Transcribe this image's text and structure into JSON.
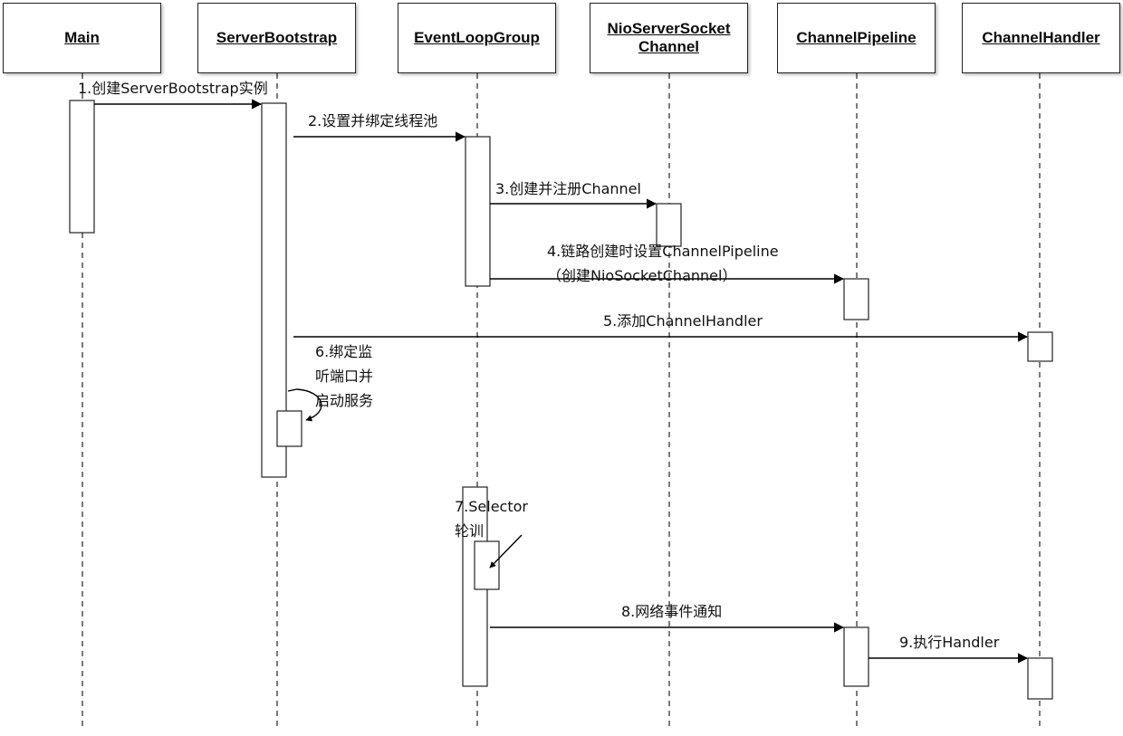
{
  "participants": [
    {
      "id": "main",
      "label": "Main"
    },
    {
      "id": "bootstrap",
      "label": "ServerBootstrap"
    },
    {
      "id": "elg",
      "label": "EventLoopGroup"
    },
    {
      "id": "nssc",
      "label": "NioServerSocket\nChannel"
    },
    {
      "id": "pipeline",
      "label": "ChannelPipeline"
    },
    {
      "id": "handler",
      "label": "ChannelHandler"
    }
  ],
  "messages": [
    {
      "id": "m1",
      "label": "1.创建ServerBootstrap实例",
      "from": "main",
      "to": "bootstrap"
    },
    {
      "id": "m2",
      "label": "2.设置并绑定线程池",
      "from": "bootstrap",
      "to": "elg"
    },
    {
      "id": "m3",
      "label": "3.创建并注册Channel",
      "from": "elg",
      "to": "nssc"
    },
    {
      "id": "m4",
      "label": "4.链路创建时设置ChannelPipeline\n（创建NioSocketChannel）",
      "from": "elg",
      "to": "pipeline"
    },
    {
      "id": "m5",
      "label": "5.添加ChannelHandler",
      "from": "bootstrap",
      "to": "handler"
    },
    {
      "id": "m6",
      "label": "6.绑定监\n听端口并\n启动服务",
      "from": "bootstrap",
      "to": "bootstrap"
    },
    {
      "id": "m7",
      "label": "7.Selector\n轮训",
      "from": "elg",
      "to": "elg"
    },
    {
      "id": "m8",
      "label": "8.网络事件通知",
      "from": "elg",
      "to": "pipeline"
    },
    {
      "id": "m9",
      "label": "9.执行Handler",
      "from": "pipeline",
      "to": "handler"
    }
  ]
}
